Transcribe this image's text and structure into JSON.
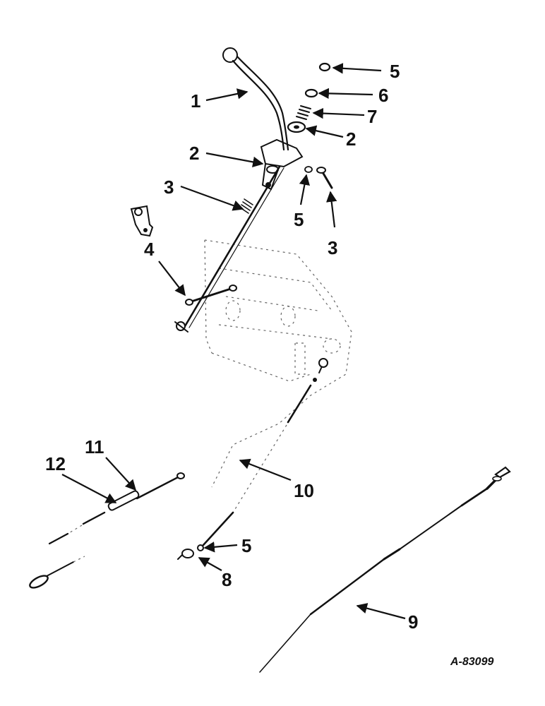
{
  "diagram": {
    "figure_number": "A-83099",
    "callouts": [
      {
        "id": "c1",
        "label": "1"
      },
      {
        "id": "c2a",
        "label": "2"
      },
      {
        "id": "c2b",
        "label": "2"
      },
      {
        "id": "c3a",
        "label": "3"
      },
      {
        "id": "c3b",
        "label": "3"
      },
      {
        "id": "c4",
        "label": "4"
      },
      {
        "id": "c5a",
        "label": "5"
      },
      {
        "id": "c5b",
        "label": "5"
      },
      {
        "id": "c5c",
        "label": "5"
      },
      {
        "id": "c6",
        "label": "6"
      },
      {
        "id": "c7",
        "label": "7"
      },
      {
        "id": "c8",
        "label": "8"
      },
      {
        "id": "c9",
        "label": "9"
      },
      {
        "id": "c10",
        "label": "10"
      },
      {
        "id": "c11",
        "label": "11"
      },
      {
        "id": "c12",
        "label": "12"
      }
    ]
  }
}
